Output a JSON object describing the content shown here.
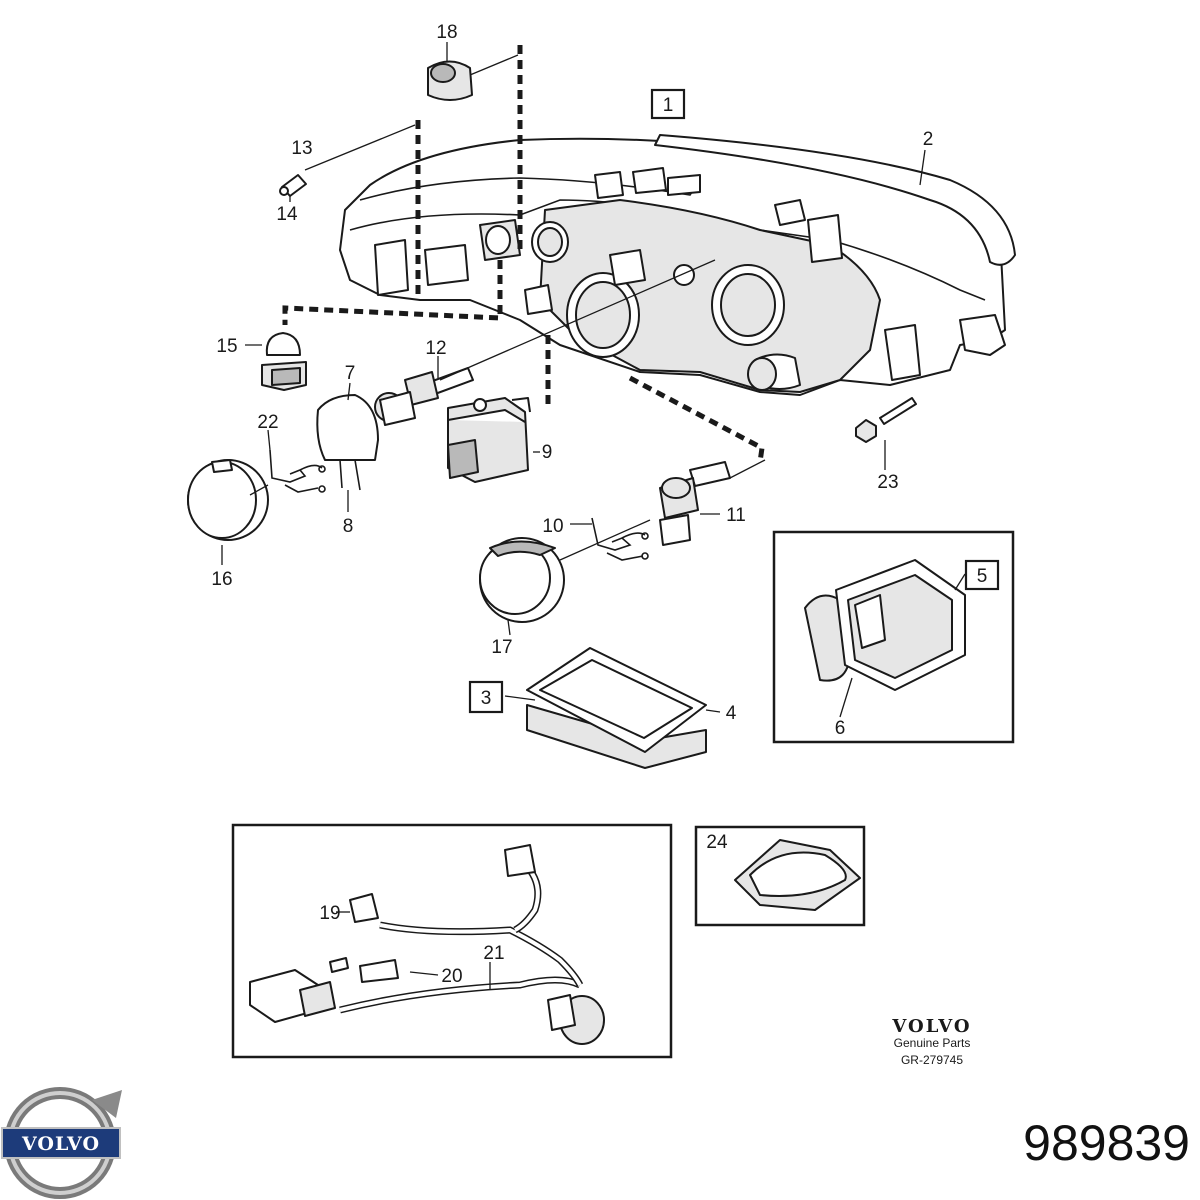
{
  "callouts": {
    "c1": "1",
    "c2": "2",
    "c3": "3",
    "c4": "4",
    "c5": "5",
    "c6": "6",
    "c7": "7",
    "c8": "8",
    "c9": "9",
    "c10": "10",
    "c11": "11",
    "c12": "12",
    "c13": "13",
    "c14": "14",
    "c15": "15",
    "c16": "16",
    "c17": "17",
    "c18": "18",
    "c19": "19",
    "c20": "20",
    "c21": "21",
    "c22": "22",
    "c23": "23",
    "c24": "24"
  },
  "footer": {
    "brand": "VOLVO",
    "genuine": "Genuine Parts",
    "ref": "GR-279745"
  },
  "logo": {
    "text": "VOLVO"
  },
  "part_number": "989839"
}
